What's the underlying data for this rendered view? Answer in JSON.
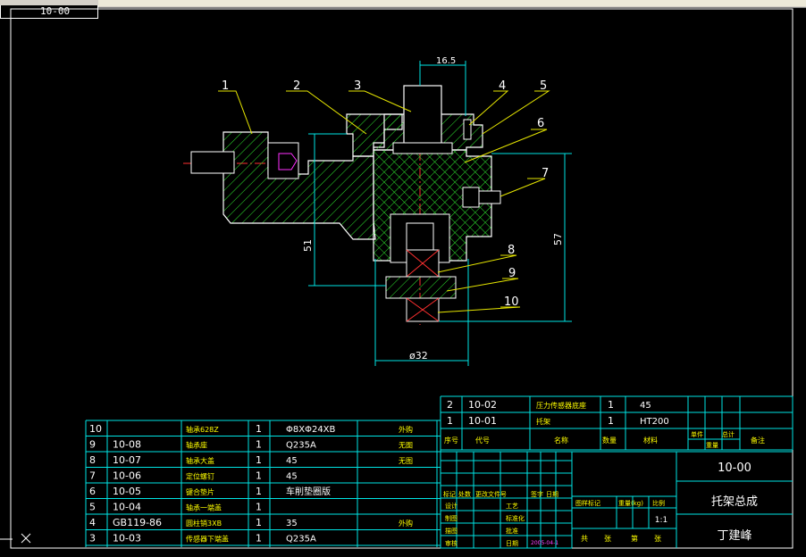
{
  "window": {
    "tab_label": "10-00"
  },
  "dimensions": {
    "top": "16.5",
    "left_height": "51",
    "right_height": "57",
    "bottom_dia": "ø32"
  },
  "callouts": [
    "1",
    "2",
    "3",
    "4",
    "5",
    "6",
    "7",
    "8",
    "9",
    "10"
  ],
  "bom_left": [
    {
      "no": "10",
      "code": "",
      "name": "轴承628Z",
      "qty": "1",
      "material": "Φ8XΦ24XB",
      "note": "外购"
    },
    {
      "no": "9",
      "code": "10-08",
      "name": "轴承座",
      "qty": "1",
      "material": "Q235A",
      "note": "无图"
    },
    {
      "no": "8",
      "code": "10-07",
      "name": "轴承大盖",
      "qty": "1",
      "material": "45",
      "note": "无图"
    },
    {
      "no": "7",
      "code": "10-06",
      "name": "定位螺钉",
      "qty": "1",
      "material": "45",
      "note": ""
    },
    {
      "no": "6",
      "code": "10-05",
      "name": "键合垫片",
      "qty": "1",
      "material": "车削垫圈版",
      "note": ""
    },
    {
      "no": "5",
      "code": "10-04",
      "name": "轴承一端盖",
      "qty": "1",
      "material": "",
      "note": ""
    },
    {
      "no": "4",
      "code": "GB119-86",
      "name": "圆柱销3XB",
      "qty": "1",
      "material": "35",
      "note": "外购"
    },
    {
      "no": "3",
      "code": "10-03",
      "name": "传感器下端盖",
      "qty": "1",
      "material": "Q235A",
      "note": ""
    }
  ],
  "bom_right": [
    {
      "no": "2",
      "code": "10-02",
      "name": "压力传感器底座",
      "qty": "1",
      "material": "45",
      "note": ""
    },
    {
      "no": "1",
      "code": "10-01",
      "name": "托架",
      "qty": "1",
      "material": "HT200",
      "note": ""
    }
  ],
  "bom_header": {
    "no": "序号",
    "code": "代号",
    "name": "名称",
    "qty": "数量",
    "material": "材料",
    "single": "单件",
    "total": "总计",
    "weight": "重量",
    "note": "备注"
  },
  "title_block": {
    "drawing_no": "10-00",
    "title": "托架总成",
    "author": "丁建峰",
    "rev_header": [
      "标记",
      "处数",
      "更改文件号",
      "签字",
      "日期"
    ],
    "roles": [
      "设计",
      "制图",
      "描图",
      "审核"
    ],
    "roles2": [
      "工艺",
      "标准化",
      "批准",
      "日期"
    ],
    "stage": "图样标记",
    "weight": "重量(kg)",
    "ratio": "比例",
    "scale": "1:1",
    "sheet": "共",
    "sheet2": "张",
    "sheet3": "第",
    "sheet4": "张",
    "date": "2005-04-1"
  }
}
